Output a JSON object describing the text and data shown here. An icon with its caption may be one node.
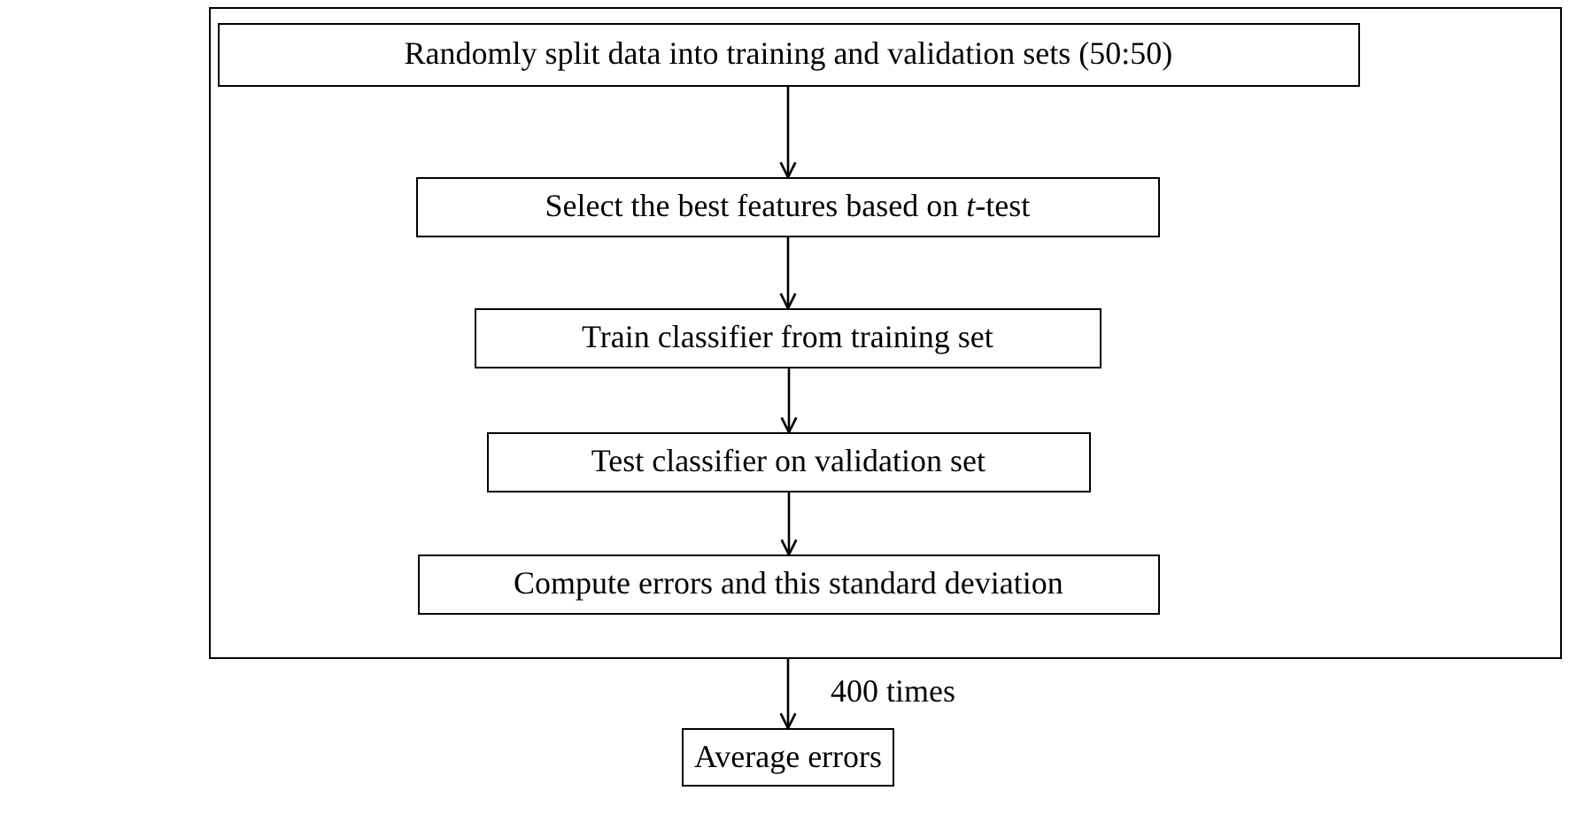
{
  "diagram": {
    "nodes": [
      {
        "text": [],
        "shape": "box"
      },
      {
        "text": [
          "Randomly split data into training and validation sets (50:50)"
        ],
        "in": 0
      },
      {
        "text": [
          "Select the best features based on *t*-test"
        ],
        "in": 0
      },
      {
        "text": [
          "Train classifier from training set"
        ],
        "in": 0
      },
      {
        "text": [
          "Test classifier on validation set"
        ],
        "in": 0
      },
      {
        "text": [
          "Compute errors and this standard deviation"
        ],
        "in": 0
      },
      {
        "text": [
          "Average errors"
        ]
      }
    ],
    "edges": [
      {
        "from": 1,
        "to": 2,
        "arrow": "to"
      },
      {
        "from": 2,
        "to": 3,
        "arrow": "to"
      },
      {
        "from": 3,
        "to": 4,
        "arrow": "to"
      },
      {
        "from": 4,
        "to": 5,
        "arrow": "to"
      },
      {
        "from": 0,
        "to": 6,
        "arrow": "to",
        "label": "400 times"
      }
    ]
  }
}
